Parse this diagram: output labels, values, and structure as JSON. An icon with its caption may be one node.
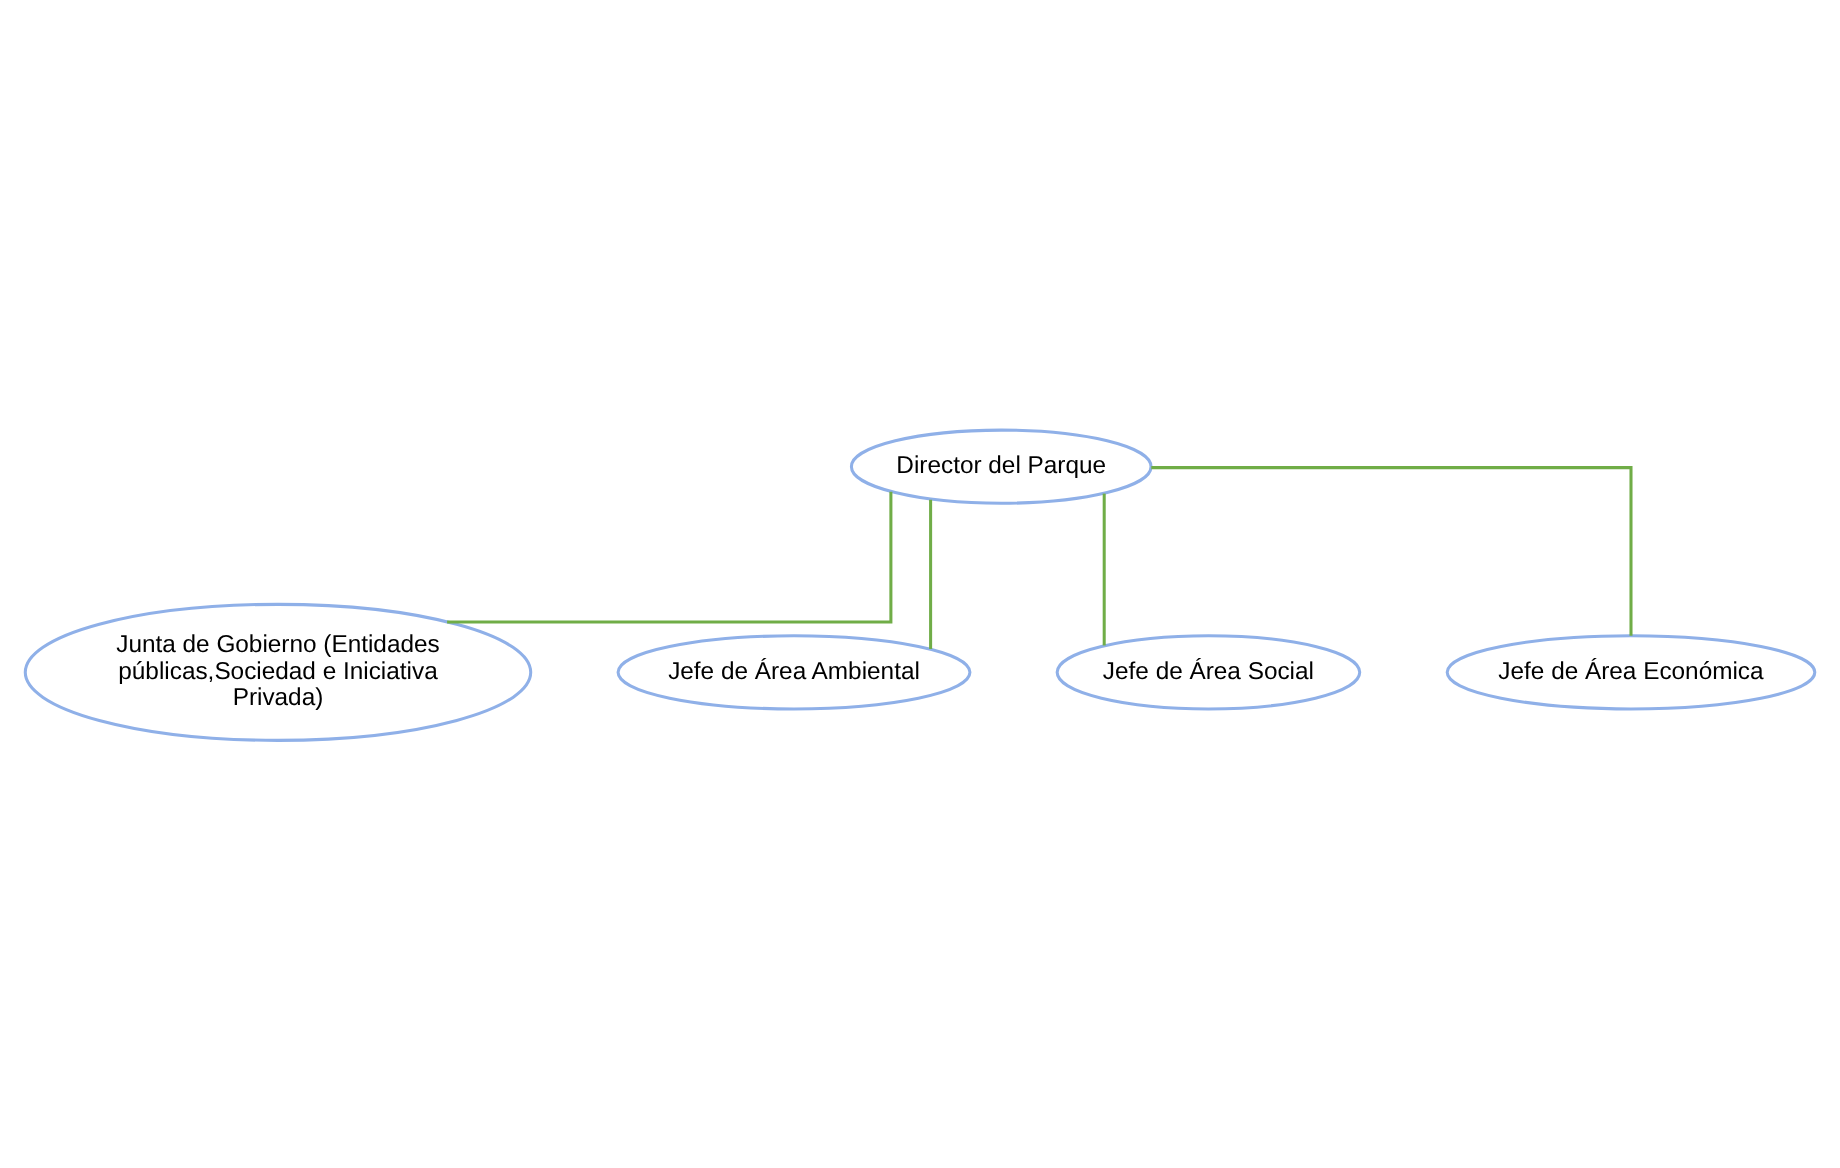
{
  "diagram": {
    "nodes": [
      {
        "text": [
          "Director del Parque"
        ]
      },
      {
        "text": [
          "Junta de Gobierno (Entidades públicas,Sociedad e Iniciativa Privada)"
        ]
      },
      {
        "text": [
          "Jefe de Área Ambiental"
        ]
      },
      {
        "text": [
          "Jefe de Área Social"
        ]
      },
      {
        "text": [
          "Jefe de Área Económica"
        ]
      }
    ],
    "edges": [
      {
        "from": 0,
        "to": 1,
        "arrow": "none"
      },
      {
        "from": 0,
        "to": 2,
        "arrow": "none"
      },
      {
        "from": 0,
        "to": 3,
        "arrow": "none"
      },
      {
        "from": 0,
        "to": 4,
        "arrow": "none"
      }
    ]
  }
}
